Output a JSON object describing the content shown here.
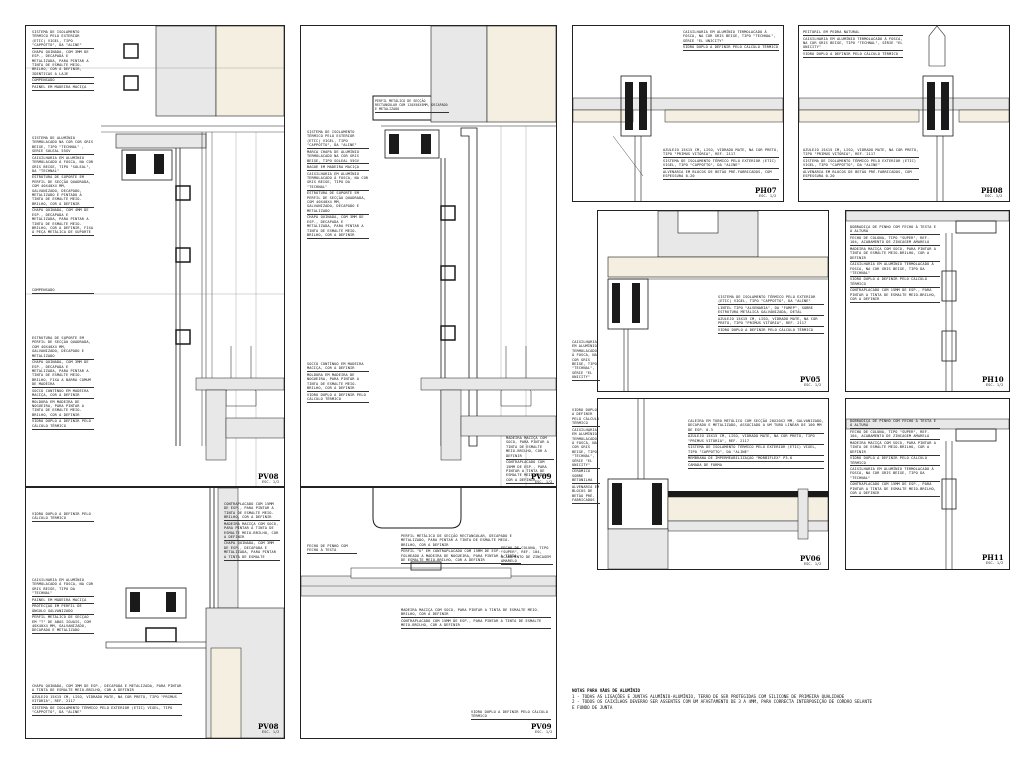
{
  "panels": {
    "pv08_top": {
      "label": "PV08",
      "scale": "ESC. 1/2",
      "annotations": [
        "SISTEMA DE ISOLAMENTO TÉRMICO PELO EXTERIOR (ETIC) VIGEL, TIPO \"CAPPOTTO\", DA \"ALINE\"",
        "CHAPA QUINADA, COM 3mm DE ESP., DECAPADA E METALIZADA, PARA PINTAR A TINTA DE ESMALTE MEIO-BRILHO, COR A DEFINIR, IDENTICAS A LAJE",
        "COMPENSADO",
        "PAINEL EM MADEIRA MACIÇA",
        "SISTEMA DE ALUMÍNIO TERMOLACADO NA COR COR GRIS BEIGE, TIPO \"TECHNAL\" , SERIE SOLEAL 55GV",
        "CAIXILHARIA EM ALUMÍNIO TERMOLACADO À FOSCA, NA COR GRIS BEIGE, TIPO \"SOLEAL\", DA \"TECHNAL\"",
        "ESTRUTURA DE SUPORTE EM PERFIL DE SECÇÃO QUADRADA, COM 40x40x4 mm, GALVANIZADO, DECAPADO, METALIZADO E PINTADO A TINTA DE ESMALTE MEIO-BRILHO, COR A DEFINIR",
        "CHAPA QUINADA, COM 4mm DE ESP., DECAPADA E METALIZADA, PARA PINTAR A TINTA DE ESMALTE MEIO-BRILHO, COR A DEFINIR, FIXA À PEÇA METÁLICA DE SUPORTE",
        "COMPENSADO",
        "ESTRUTURA DE SUPORTE EM PERFIL DE SECÇÃO QUADRADA, COM 40x40x4 mm, GALVANIZADO, DECAPADO E METALIZADO",
        "CHAPA QUINADA, COM 3mm DE ESP., DECAPADA E METALIZADA, PARA PINTAR A TINTA DE ESMALTE MEIO-BRILHO, FIXA A BARRA COMUM DE MADEIRA",
        "SOCCO CONTÍNUO EM MADEIRA MACIÇA, COR A DEFINIR",
        "MOLDURA EM MADEIRA DE NOGUEIRA, PARA PINTAR A TINTA DE ESMALTE MEIO-BRILHO, COR A DEFINIR",
        "VIDRO DUPLO A DEFINIR PELO CÁLCULO TÉRMICO"
      ]
    },
    "pv09_top": {
      "label": "PV09",
      "scale": "ESC. 1/2",
      "annotations": [
        "PERFIL METÁLICO DE SECÇÃO RECTANGULAR COM 120x50x5mm, DECAPADO E METALIZADO",
        "SISTEMA DE ISOLAMENTO TÉRMICO PELO EXTERIOR (ETIC) VIGEL, TIPO \"CAPPOTTO\", DA \"ALINE\"",
        "MARCA CHAPA DE ALUMÍNIO TERMOLACADO NA COR GRIS BEIGE, TIPO SOLEAL 55GV",
        "BAGUE EM MADEIRA MACIÇA",
        "CAIXILHARIA EM ALUMÍNIO TERMOLACADO À FOSCA, NA COR GRIS BEIGE, TIPO DA \"TECHNAL\"",
        "ESTRUTURA DE SUPORTE EM PERFIL DE SECÇÃO QUADRADA, COM 40x40x4 mm, GALVANIZADO, DECAPADO E METALIZADO",
        "CHAPA QUINADA, COM 3mm DE ESP., DECAPADA E METALIZADA, PARA PINTAR A TINTA DE ESMALTE MEIO-BRILHO, COR A DEFINIR",
        "SOCCO CONTÍNUO EM MADEIRA MACIÇA, COR A DEFINIR",
        "MOLDURA EM MADEIRA DE NOGUEIRA, PARA PINTAR A TINTA DE ESMALTE MEIO-BRILHO, COR A DEFINIR",
        "VIDRO DUPLO A DEFINIR PELO CÁLCULO TÉRMICO",
        "MADEIRA MACIÇA COM SOCO, PARA PINTAR A TINTA DE ESMALTE MEIO-BRILHO, COR A DEFINIR",
        "CONTRAPLACADO COM 15mm DE ESP., PARA PINTAR A TINTA DE ESMALTE MEIO-BRILHO, COR A DEFINIR"
      ]
    },
    "pv08_bottom": {
      "label": "PV08",
      "scale": "ESC. 1/2",
      "annotations": [
        "VIDRO DUPLO A DEFINIR PELO CÁLCULO TÉRMICO",
        "CAIXILHARIA EM ALUMÍNIO TERMOLACADO À FOSCA, NA COR GRIS BEIGE, TIPO DA \"TECHNAL\"",
        "PAINEL EM MADEIRA MACIÇA",
        "PROTECÇÃO EM PERFIL DE ÂNGULO GALVANIZADO",
        "PERFIL METÁLICO DE SECÇÃO EM \"T\" DE ABAS IGUAIS, COM 40x40x4 mm, GALVANIZADO, DECAPADO E METALIZADO",
        "CHAPA QUINADA, COM 3mm DE ESP., DECAPADA E METALIZADA, PARA PINTAR A TINTA DE ESMALTE MEIO-BRILHO, COR A DEFINIR",
        "AZULEJO 15x15 cm, LISO, VIDRADO MATE, NA COR PRETO, TIPO \"PRIMUS VITÓRIA\", REF. 2117",
        "SISTEMA DE ISOLAMENTO TÉRMICO PELO EXTERIOR (ETIC) VIGEL, TIPO \"CAPPOTTO\", DA \"ALINE\"",
        "CONTRAPLACADO COM 15mm DE ESP., PARA PINTAR A TINTA DE ESMALTE MEIO-BRILHO, COR A DEFINIR",
        "MADEIRA MACIÇA COM SOCO, PARA PINTAR A TINTA DE ESMALTE MEIO-BRILHO, COR A DEFINIR",
        "CHAPA QUINADA, COM 3mm DE ESP., DECAPADA E METALIZADA, PARA PINTAR A TINTA DE ESMALTE"
      ]
    },
    "pv09_bottom": {
      "label": "PV09",
      "scale": "ESC. 1/2",
      "annotations": [
        "PERFIL METÁLICO DE SECÇÃO RECTANGULAR, DECAPADO E METALIZADO, PARA PINTAR A TINTA DE ESMALTE MEIO-BRILHO, COR A DEFINIR",
        "PERFIL \"U\" EM CONTRAPLACADO COM 15mm DE ESP., FOLHEADO A MADEIRA DE NOGUEIRA, PARA PINTAR A TINTA DE ESMALTE MEIO-BRILHO, COR A DEFINIR",
        "FECHO DE COLUNA, TIPO \"SUPER\", REF. 104, ACABAMENTO DE ZINCAGEM AMARELO",
        "FECHO DE PINHO COM FECHO À TESTA",
        "MADEIRA MACIÇA COM SOCO, PARA PINTAR A TINTA DE ESMALTE MEIO-BRILHO, COR A DEFINIR",
        "CONTRAPLACADO COM 15mm DE ESP., PARA PINTAR A TINTA DE ESMALTE MEIO-BRILHO, COR A DEFINIR",
        "VIDRO DUPLO A DEFINIR PELO CÁLCULO TÉRMICO"
      ]
    },
    "ph07": {
      "label": "PH07",
      "scale": "ESC. 1/2",
      "annotations": [
        "CAIXILHARIA EM ALUMÍNIO TERMOLACADO À FOSCA, NA COR GRIS BEIGE, TIPO \"TECHNAL\", SÉRIE \"EL UNICITY\"",
        "VIDRO DUPLO A DEFINIR PELO CÁLCULO TÉRMICO",
        "AZULEJO 15x15 cm, LISO, VIDRADO MATE, NA COR PRETO, TIPO \"PRIMUS VITÓRIA\", REF. 2117",
        "SISTEMA DE ISOLAMENTO TÉRMICO PELO EXTERIOR (ETIC) VIGEL, TIPO \"CAPPOTTO\", DA \"ALINE\"",
        "ALVENARIA EM BLOCOS DE BETÃO PRÉ-FABRICADOS, COM ESPESSURA 0.20"
      ]
    },
    "ph08": {
      "label": "PH08",
      "scale": "ESC. 1/2",
      "annotations": [
        "PEITORIL EM PEDRA NATURAL",
        "CAIXILHARIA EM ALUMÍNIO TERMOLACADO À FOSCA, NA COR GRIS BEIGE, TIPO \"TECHNAL\", SÉRIE \"EL UNICITY\"",
        "VIDRO DUPLO A DEFINIR PELO CÁLCULO TÉRMICO",
        "AZULEJO 15x15 cm, LISO, VIDRADO MATE, NA COR PRETO, TIPO \"PRIMUS VITÓRIA\", REF. 2117",
        "SISTEMA DE ISOLAMENTO TÉRMICO PELO EXTERIOR (ETIC) VIGEL, TIPO \"CAPPOTTO\", DA \"ALINE\"",
        "ALVENARIA EM BLOCOS DE BETÃO PRÉ-FABRICADOS, COM ESPESSURA 0.20"
      ]
    },
    "pv05": {
      "label": "PV05",
      "scale": "ESC. 1/2",
      "annotations": [
        "CAIXILHARIA EM ALUMÍNIO TERMOLACADO À FOSCA, NA COR GRIS BEIGE, TIPO \"TECHNAL\", SÉRIE \"EL UNICITY\"",
        "SISTEMA DE ISOLAMENTO TÉRMICO PELO EXTERIOR (ETIC) VIGEL, TIPO \"CAPPOTTO\", DA \"ALINE\"",
        "LINTEL TIPO \"ALVENARIA\", DA \"FAMEP\", SOBRE ESTRUTURA METÁLICA GALVANIZADA, DETAL",
        "AZULEJO 15x15 cm, LISO, VIDRADO MATE, NA COR PRETO, TIPO \"PRIMUS VITÓRIA\", REF. 2117",
        "VIDRO DUPLO A DEFINIR PELO CÁLCULO TÉRMICO"
      ]
    },
    "pv06": {
      "label": "PV06",
      "scale": "ESC. 1/2",
      "annotations": [
        "VIDRO DUPLO A DEFINIR PELO CÁLCULO TÉRMICO",
        "CAIXILHARIA EM ALUMÍNIO TERMOLACADO À FOSCA, NA COR GRIS BEIGE, TIPO \"TECHNAL\", SÉRIE \"EL UNICITY\"",
        "CALEIRA EM TUBO METÁLICO COM SECÇÃO 20x20x2 mm, GALVANIZADO, DECAPADO E METALIZADO, ASSOCIADO A UM TUBO LINEAR DE 100 mm DE ESP. 0.3",
        "AZULEJO 15x15 cm, LISO, VIDRADO MATE, NA COR PRETO, TIPO \"PRIMUS VITÓRIA\", REF. 2117",
        "SISTEMA DE ISOLAMENTO TÉRMICO PELO EXTERIOR (ETIC) VIGEL, TIPO \"CAPPOTTO\", DA \"ALINE\"",
        "MEMBRANA DE IMPERMEABILIZAÇÃO \"MORBIFLEX\" P3.0",
        "CAMADA DE FORMA",
        "CERÂMICO SOBRE BETONILHA",
        "ALVENARIA EM BLOCOS DE BETÃO PRÉ-FABRICADOS"
      ]
    },
    "ph10": {
      "label": "PH10",
      "scale": "ESC. 1/2",
      "annotations": [
        "DOBRADIÇA DE PINHO COM FECHO À TESTA E À ALTURA",
        "FECHO DE COLUNA, TIPO \"SUPER\", REF. 104, ACABAMENTO DE ZINCAGEM AMARELO",
        "MADEIRA MACIÇA COM SOCO, PARA PINTAR A TINTA DE ESMALTE MEIO-BRILHO, COR A DEFINIR",
        "CAIXILHARIA EM ALUMÍNIO TERMOLACADO À FOSCA, NA COR GRIS BEIGE, TIPO DA \"TECHNAL\"",
        "VIDRO DUPLO A DEFINIR PELO CÁLCULO TÉRMICO",
        "CONTRAPLACADO COM 15mm DE ESP., PARA PINTAR A TINTA DE ESMALTE MEIO-BRILHO, COR A DEFINIR"
      ]
    },
    "ph11": {
      "label": "PH11",
      "scale": "ESC. 1/2",
      "annotations": [
        "DOBRADIÇA DE PINHO COM FECHO À TESTA E À ALTURA",
        "FECHO DE COLUNA, TIPO \"SUPER\", REF. 104, ACABAMENTO DE ZINCAGEM AMARELO",
        "MADEIRA MACIÇA COM SOCO, PARA PINTAR A TINTA DE ESMALTE MEIO-BRILHO, COR A DEFINIR",
        "VIDRO DUPLO A DEFINIR PELO CÁLCULO TÉRMICO",
        "CAIXILHARIA EM ALUMÍNIO TERMOLACADO À FOSCA, NA COR GRIS BEIGE, TIPO DA \"TECHNAL\"",
        "CONTRAPLACADO COM 15mm DE ESP., PARA PINTAR A TINTA DE ESMALTE MEIO-BRILHO, COR A DEFINIR"
      ]
    }
  },
  "notes": {
    "title": "NOTAS PARA VÃOS DE ALUMÍNIO",
    "items": [
      "1 - TODAS AS LIGAÇÕES E JUNTAS ALUMÍNIO-ALUMÍNIO, TERÃO DE SER PROTEGIDAS COM SILICONE DE PRIMEIRA QUALIDADE",
      "2 - TODOS OS CAIXILHOS DEVERÃO SER ASSENTES COM UM AFASTAMENTO DE 3 A 4mm, PARA CORRECTA INTERPOSIÇÃO DE CORDÃO SELANTE E FUNDO DE JUNTA"
    ]
  },
  "colors": {
    "line": "#1a1a1a",
    "hatch": "#555555",
    "insulation": "#f4efe0",
    "concrete": "#e8e8e8",
    "paper": "#ffffff"
  }
}
